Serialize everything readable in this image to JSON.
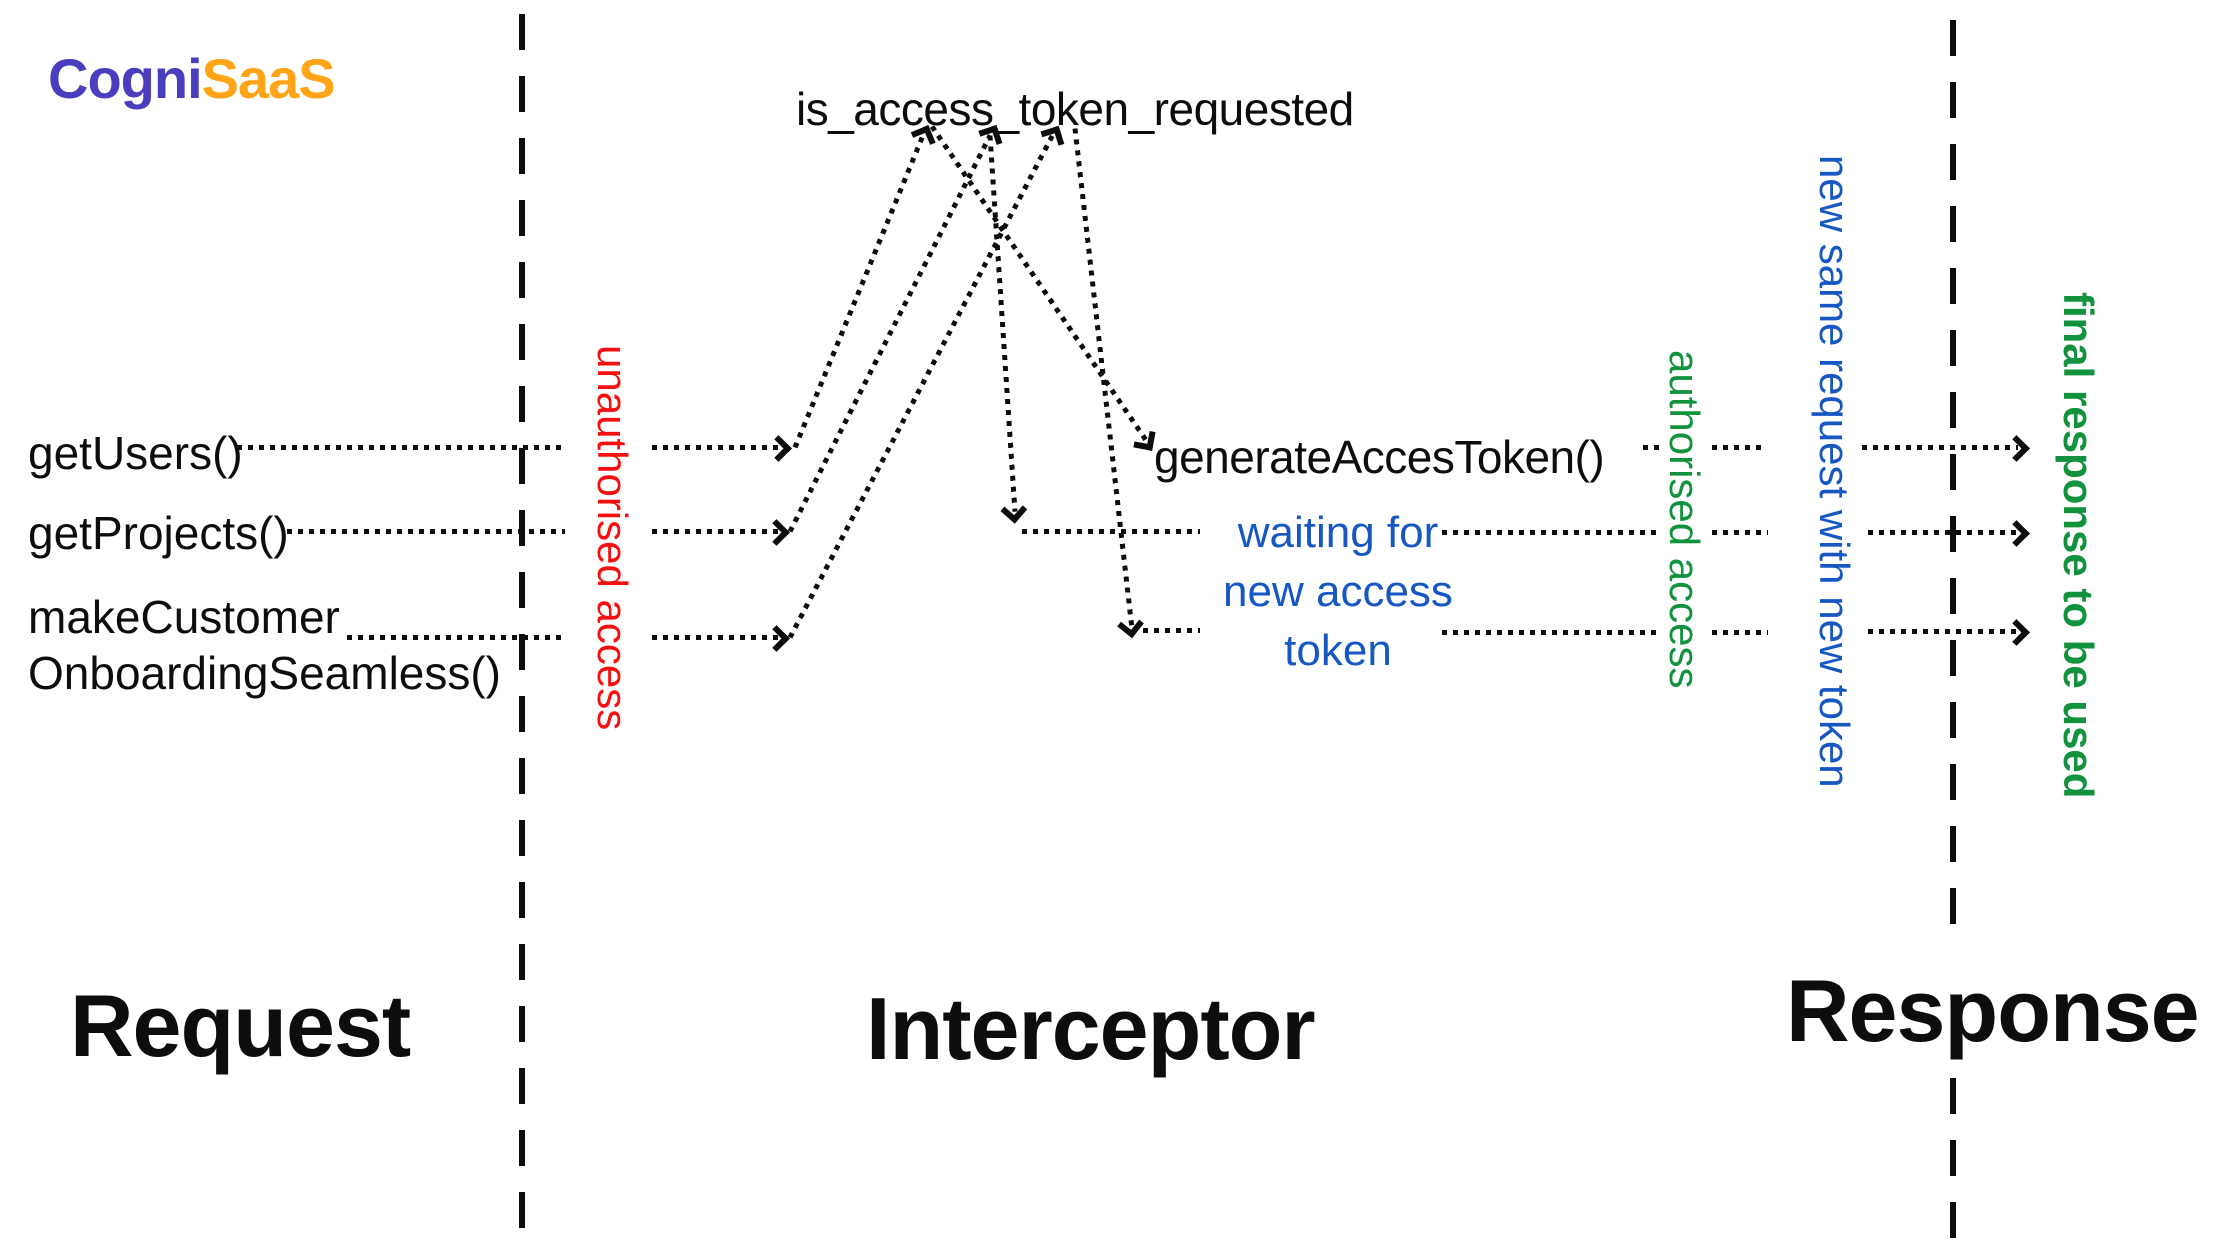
{
  "logo": {
    "cogni": "Cogni",
    "saas": "SaaS"
  },
  "sections": {
    "request": "Request",
    "interceptor": "Interceptor",
    "response": "Response"
  },
  "requests": [
    {
      "label": "getUsers()"
    },
    {
      "label": "getProjects()"
    },
    {
      "line1": "makeCustomer",
      "line2": "OnboardingSeamless()"
    }
  ],
  "interceptor": {
    "token_check": "is_access_token_requested",
    "generate_token": "generateAccesToken()",
    "waiting": [
      "waiting for",
      "new access",
      "token"
    ]
  },
  "annotations": {
    "unauthorised": "unauthorised access",
    "authorised": "authorised access",
    "new_request": "new same request with new token",
    "final_response": "final response to be used"
  },
  "colors": {
    "line_black": "#0d0d0d",
    "unauthorised_red": "#f50f0f",
    "authorised_green": "#12923c",
    "waiting_blue": "#1757c2",
    "logo_purple": "#4a3dbe",
    "logo_orange": "#ffa517"
  }
}
